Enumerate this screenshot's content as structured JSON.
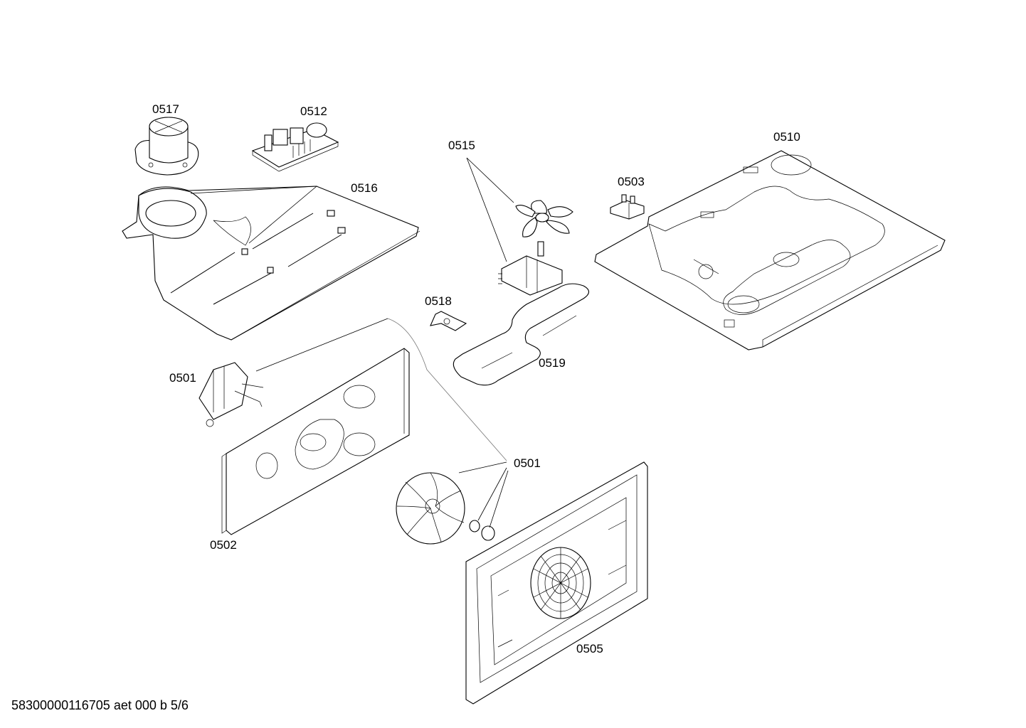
{
  "parts": [
    {
      "id": "p0517",
      "number": "0517"
    },
    {
      "id": "p0512",
      "number": "0512"
    },
    {
      "id": "p0515",
      "number": "0515"
    },
    {
      "id": "p0510",
      "number": "0510"
    },
    {
      "id": "p0503",
      "number": "0503"
    },
    {
      "id": "p0516",
      "number": "0516"
    },
    {
      "id": "p0518",
      "number": "0518"
    },
    {
      "id": "p0519",
      "number": "0519"
    },
    {
      "id": "p0501a",
      "number": "0501"
    },
    {
      "id": "p0501b",
      "number": "0501"
    },
    {
      "id": "p0502",
      "number": "0502"
    },
    {
      "id": "p0505",
      "number": "0505"
    }
  ],
  "footer": "58300000116705 aet 000 b 5/6"
}
